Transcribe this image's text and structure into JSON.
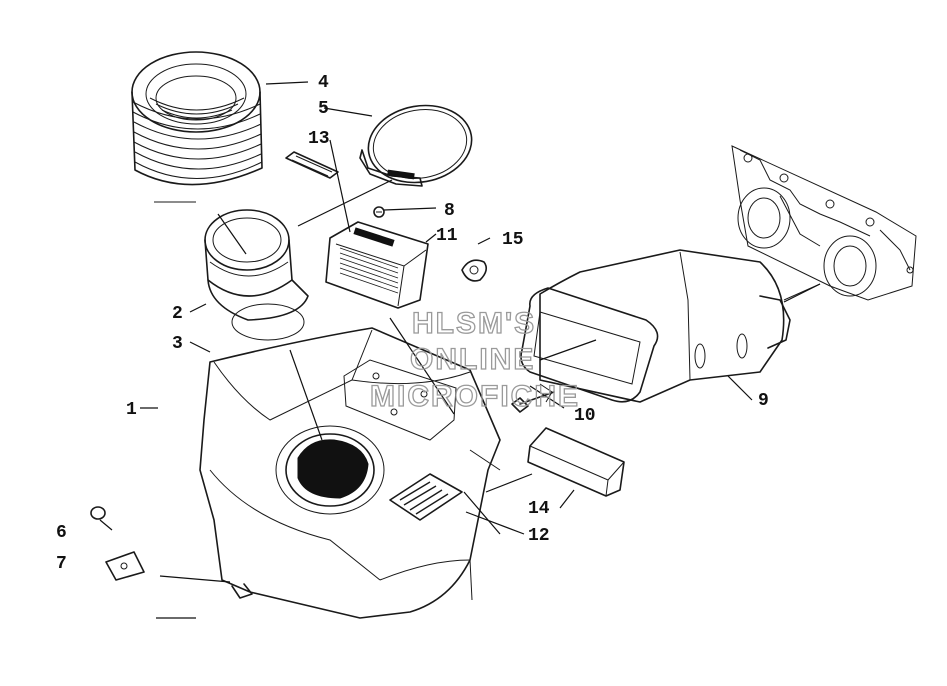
{
  "callouts": [
    {
      "id": "1",
      "label": "1"
    },
    {
      "id": "2",
      "label": "2"
    },
    {
      "id": "3",
      "label": "3"
    },
    {
      "id": "4",
      "label": "4"
    },
    {
      "id": "5",
      "label": "5"
    },
    {
      "id": "6",
      "label": "6"
    },
    {
      "id": "7",
      "label": "7"
    },
    {
      "id": "8",
      "label": "8"
    },
    {
      "id": "9",
      "label": "9"
    },
    {
      "id": "10",
      "label": "10"
    },
    {
      "id": "11",
      "label": "11"
    },
    {
      "id": "12",
      "label": "12"
    },
    {
      "id": "13",
      "label": "13"
    },
    {
      "id": "14",
      "label": "14"
    },
    {
      "id": "15",
      "label": "15"
    }
  ],
  "watermark": {
    "line1": "HLSM'S",
    "line2": "ONLINE",
    "line3": "MICROFICHE"
  }
}
